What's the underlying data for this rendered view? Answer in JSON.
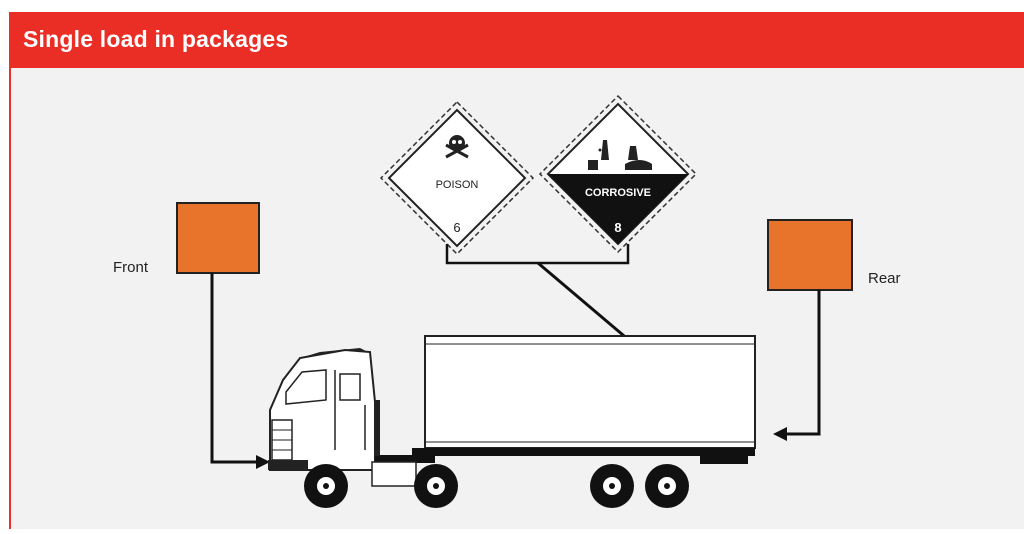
{
  "header": {
    "title": "Single load in packages"
  },
  "diagram": {
    "labels": {
      "front": "Front",
      "rear": "Rear"
    },
    "placards": {
      "poison": {
        "text": "POISON",
        "class_number": "6"
      },
      "corrosive": {
        "text": "CORROSIVE",
        "class_number": "8"
      }
    }
  },
  "colors": {
    "header_red": "#ea2e26",
    "orange_plate": "#e8732a",
    "ink": "#111111"
  }
}
